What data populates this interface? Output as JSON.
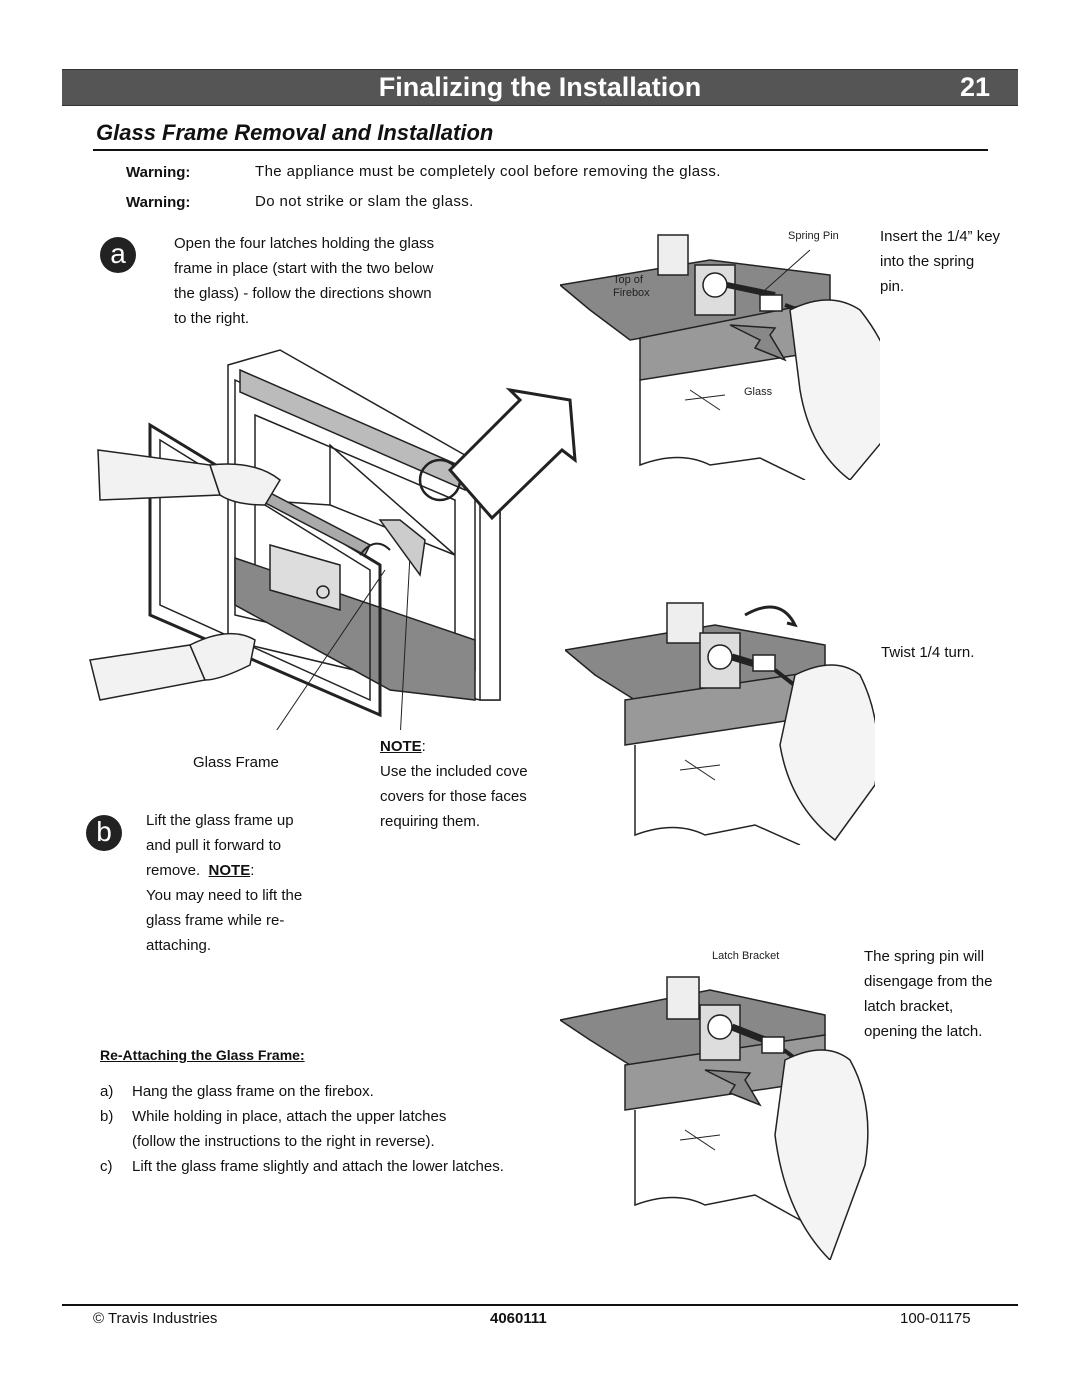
{
  "header": {
    "title": "Finalizing the Installation",
    "page_number": "21"
  },
  "section": {
    "title": "Glass Frame Removal and Installation"
  },
  "warnings": [
    {
      "label": "Warning:",
      "text": "The appliance must be completely cool before removing the glass."
    },
    {
      "label": "Warning:",
      "text": "Do not strike or slam the glass."
    }
  ],
  "step_a": {
    "letter": "a",
    "lines": [
      "Open the four latches holding the glass",
      "frame in place (start with the two below",
      "the glass) - follow the directions shown",
      "to the right."
    ]
  },
  "step_b": {
    "letter": "b",
    "lines": [
      "Lift the glass frame up",
      "and pull it forward to"
    ],
    "remove_text": "remove.",
    "note_label": "NOTE",
    "note_lines": [
      "You may need to lift the",
      "glass frame while re-",
      "attaching."
    ]
  },
  "figure_main": {
    "glass_frame_label": "Glass Frame",
    "note_label": "NOTE",
    "note_lines": [
      "Use the included cove",
      "covers for those faces",
      "requiring them."
    ]
  },
  "figure_right_1": {
    "spring_pin_label": "Spring Pin",
    "top_of_firebox_lines": [
      "Top of",
      "Firebox"
    ],
    "glass_label": "Glass",
    "caption_lines": [
      "Insert the 1/4” key",
      "into the spring",
      "pin."
    ]
  },
  "figure_right_2": {
    "caption": "Twist 1/4 turn."
  },
  "figure_right_3": {
    "latch_bracket_label": "Latch Bracket",
    "caption_lines": [
      "The spring pin will",
      "disengage from the",
      "latch bracket,",
      "opening the latch."
    ]
  },
  "reattach": {
    "title": "Re-Attaching the Glass Frame:",
    "items": [
      {
        "marker": "a)",
        "lines": [
          "Hang the glass frame on the firebox."
        ]
      },
      {
        "marker": "b)",
        "lines": [
          "While holding in place, attach the upper latches",
          "(follow the instructions to the right in reverse)."
        ]
      },
      {
        "marker": "c)",
        "lines": [
          "Lift the glass frame slightly and attach the lower latches."
        ]
      }
    ]
  },
  "footer": {
    "left": "© Travis Industries",
    "center": "4060111",
    "right": "100-01175"
  }
}
